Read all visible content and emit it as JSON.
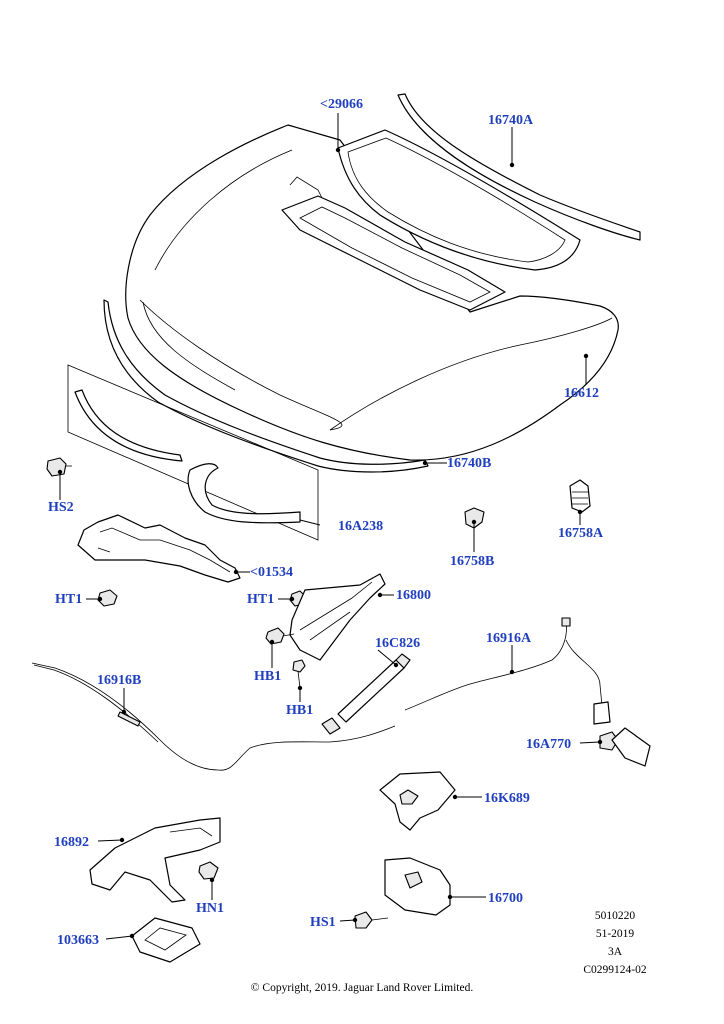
{
  "callouts": {
    "p29066": "<29066",
    "p16740A": "16740A",
    "p16612": "16612",
    "p16740B": "16740B",
    "pHS2": "HS2",
    "p16A238": "16A238",
    "p01534": "<01534",
    "p16758B": "16758B",
    "p16758A": "16758A",
    "pHT1a": "HT1",
    "pHT1b": "HT1",
    "p16800": "16800",
    "p16C826": "16C826",
    "p16916A": "16916A",
    "p16916B": "16916B",
    "pHB1a": "HB1",
    "pHB1b": "HB1",
    "p16A770": "16A770",
    "p16K689": "16K689",
    "p16892": "16892",
    "pHN1": "HN1",
    "p16700": "16700",
    "pHS1": "HS1",
    "p103663": "103663"
  },
  "info": {
    "line1": "5010220",
    "line2": "51-2019",
    "line3": "3A",
    "line4": "C0299124-02"
  },
  "copyright": "© Copyright, 2019. Jaguar Land Rover Limited.",
  "colors": {
    "callout": "#1f3fbf",
    "line": "#000000"
  }
}
